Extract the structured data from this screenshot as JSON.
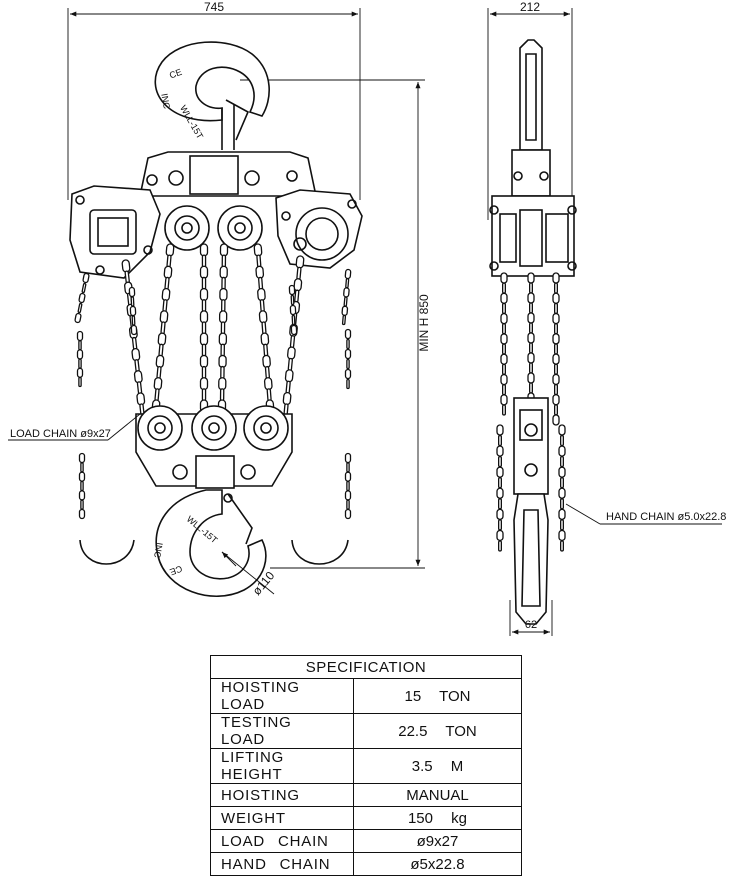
{
  "dimensions": {
    "overall_width": "745",
    "side_width": "212",
    "min_height": "MIN H 850",
    "hook_throat": "ø110",
    "bottom_width": "62"
  },
  "callouts": {
    "load_chain": "LOAD CHAIN ø9x27",
    "hand_chain": "HAND CHAIN ø5.0x22.8"
  },
  "hook_marks": {
    "top": [
      "CE",
      "INC",
      "WLL-15T"
    ],
    "bottom": [
      "WLL-15T",
      "INC",
      "CE"
    ]
  },
  "specification": {
    "title": "SPECIFICATION",
    "rows": [
      {
        "label": "HOISTING  LOAD",
        "value": "15   TON"
      },
      {
        "label": "TESTING  LOAD",
        "value": "22.5  TON"
      },
      {
        "label": "LIFTING HEIGHT",
        "value": "3.5   M"
      },
      {
        "label": "HOISTING",
        "value": "MANUAL"
      },
      {
        "label": "WEIGHT",
        "value": "150   kg"
      },
      {
        "label": "LOAD CHAIN",
        "value": "ø9x27"
      },
      {
        "label": "HAND CHAIN",
        "value": "ø5x22.8"
      }
    ]
  }
}
